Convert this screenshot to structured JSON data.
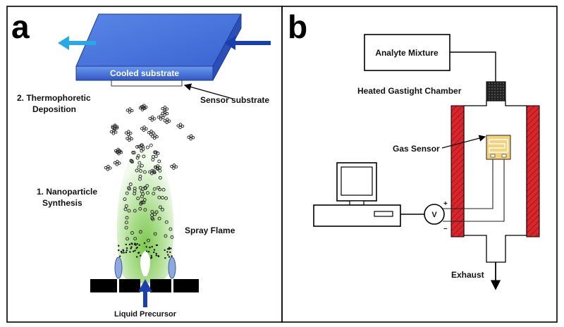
{
  "panel_a": {
    "letter": "a",
    "cooled_substrate": "Cooled substrate",
    "sensor_substrate": "Sensor substrate",
    "step2_line1": "2. Thermophoretic",
    "step2_line2": "Deposition",
    "step1_line1": "1. Nanoparticle",
    "step1_line2": "Synthesis",
    "spray_flame": "Spray Flame",
    "liquid_precursor": "Liquid Precursor"
  },
  "panel_b": {
    "letter": "b",
    "analyte_mixture": "Analyte Mixture",
    "chamber": "Heated Gastight Chamber",
    "gas_sensor": "Gas Sensor",
    "voltmeter": "V",
    "plus": "+",
    "minus": "–",
    "exhaust": "Exhaust"
  },
  "colors": {
    "substrate_blue": "#3f6fd6",
    "arrow_light_blue": "#29a8e6",
    "arrow_dark_blue": "#1a3fae",
    "flame_green": "#8fd06a",
    "chamber_red": "#d8262c",
    "sensor_gold": "#f5d27a"
  }
}
